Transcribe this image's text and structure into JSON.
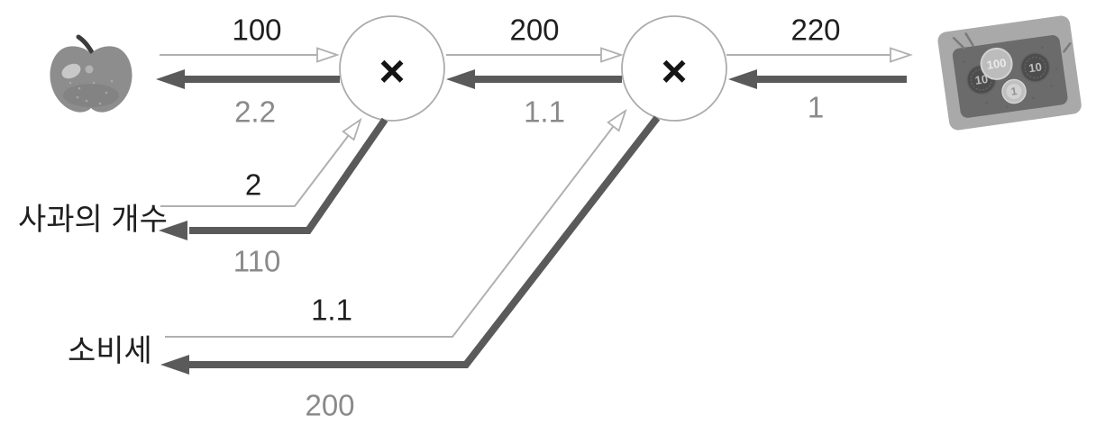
{
  "graph": {
    "type": "computational-graph",
    "description": "Forward (thin gray) and backward (thick dark) propagation of the apple purchase example",
    "nodes": [
      {
        "id": "mul1",
        "op": "×"
      },
      {
        "id": "mul2",
        "op": "×"
      }
    ],
    "terminals": [
      {
        "id": "apple",
        "icon": "apple-icon"
      },
      {
        "id": "money",
        "icon": "money-tray-icon"
      },
      {
        "id": "apple_count",
        "label": "사과의 개수"
      },
      {
        "id": "tax",
        "label": "소비세"
      }
    ],
    "edges": [
      {
        "from": "apple",
        "to": "mul1",
        "forward": "100",
        "backward": "2.2"
      },
      {
        "from": "mul1",
        "to": "mul2",
        "forward": "200",
        "backward": "1.1"
      },
      {
        "from": "mul2",
        "to": "money",
        "forward": "220",
        "backward": "1"
      },
      {
        "from": "apple_count",
        "to": "mul1",
        "forward": "2",
        "backward": "110"
      },
      {
        "from": "tax",
        "to": "mul2",
        "forward": "1.1",
        "backward": "200"
      }
    ],
    "money_icon_coins": [
      "100",
      "10",
      "10",
      "1"
    ]
  },
  "colors": {
    "forward_line": "#b0b0b0",
    "backward_line": "#5a5a5a",
    "forward_text": "#1f1f1f",
    "backward_text": "#8a8a8a",
    "node_stroke": "#ababab",
    "background": "#ffffff"
  }
}
